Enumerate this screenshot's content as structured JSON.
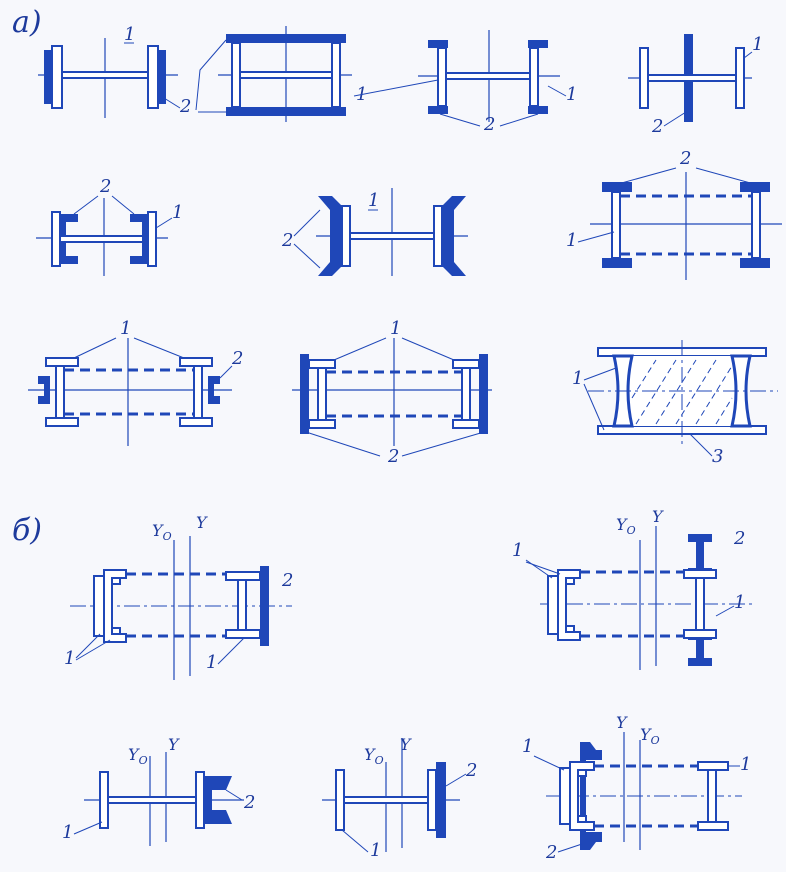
{
  "sections": {
    "a": "а)",
    "b": "б)"
  },
  "labels": {
    "one": "1",
    "two": "2",
    "three": "3"
  },
  "axes": {
    "y0": "Y",
    "y0_sub": "O",
    "y": "Y"
  },
  "colors": {
    "ink": "#1f47b8",
    "paper": "#f7f8fc"
  }
}
